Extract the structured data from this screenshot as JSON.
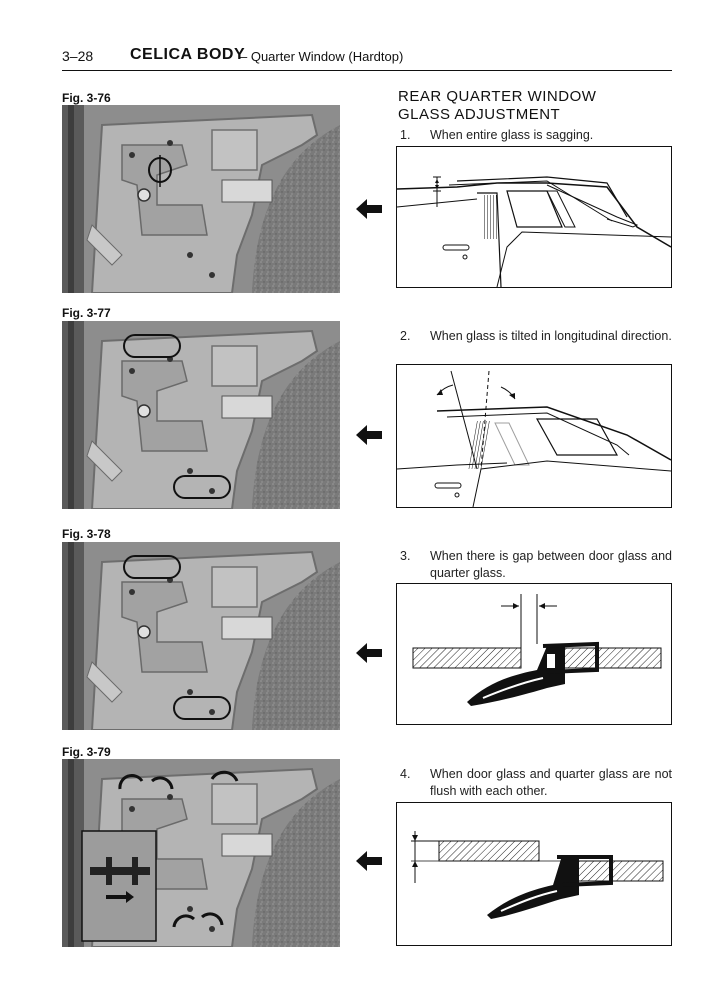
{
  "header": {
    "page_number": "3–28",
    "book_title": "CELICA BODY",
    "section_title": "– Quarter Window (Hardtop)"
  },
  "figures": [
    {
      "label": "Fig. 3-76"
    },
    {
      "label": "Fig. 3-77"
    },
    {
      "label": "Fig. 3-78"
    },
    {
      "label": "Fig. 3-79"
    }
  ],
  "heading": {
    "line1": "REAR QUARTER WINDOW",
    "line2": "GLASS ADJUSTMENT"
  },
  "steps": [
    {
      "number": "1.",
      "text": "When entire glass is sagging."
    },
    {
      "number": "2.",
      "text": "When glass is tilted in longitudinal direction."
    },
    {
      "number": "3.",
      "text": "When there is gap between door glass and quarter glass."
    },
    {
      "number": "4.",
      "text": "When door glass and quarter glass are not flush with each other."
    }
  ],
  "colors": {
    "photo_background": "#8e8e8e",
    "ink": "#111111"
  },
  "icons": [
    "left-arrow-icon"
  ]
}
